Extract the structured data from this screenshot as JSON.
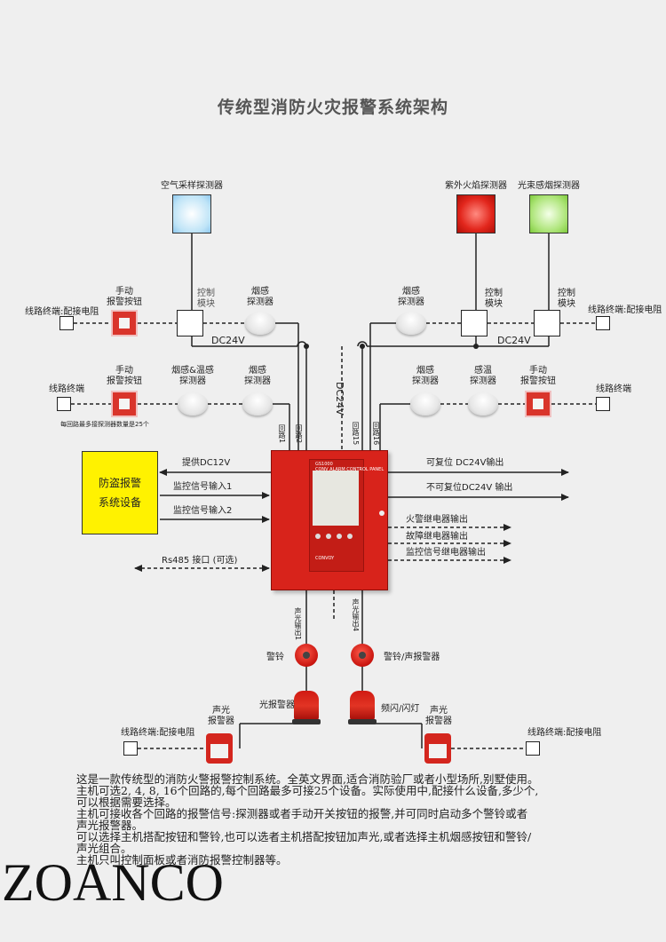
{
  "title": "传统型消防火灾报警系统架构",
  "colors": {
    "air_sampling": "#bfe4f7",
    "uv_flame": "#e2261c",
    "beam": "#aee57a",
    "panel": "#d8231b",
    "burglar": "#fff200"
  },
  "detectors_top": {
    "air_sampling": "空气采样探测器",
    "uv_flame": "紫外火焰探测器",
    "beam_smoke": "光束感烟探测器"
  },
  "loop_top_left": {
    "terminal": "线路终端:配接电阻",
    "manual_call": "手动\n报警按钮",
    "control_module": "控制\n模块",
    "smoke": "烟感\n探测器",
    "dc": "DC24V"
  },
  "loop_top_right": {
    "smoke": "烟感\n探测器",
    "control_module_1": "控制\n模块",
    "control_module_2": "控制\n模块",
    "terminal": "线路终端:配接电阻",
    "dc": "DC24V"
  },
  "loop_second_left": {
    "terminal": "线路终端",
    "manual_call": "手动\n报警按钮",
    "smoke_heat": "烟感&温感\n探测器",
    "smoke": "烟感\n探测器",
    "note": "每回路最多接探测器数量是25个"
  },
  "loop_second_right": {
    "smoke": "烟感\n探测器",
    "heat": "感温\n探测器",
    "manual_call": "手动\n报警按钮",
    "terminal": "线路终端"
  },
  "loops": {
    "loop1": "回路1",
    "loop2": "回路2",
    "loop15": "回路15",
    "loop16": "回路16",
    "dc24v": "DC24V"
  },
  "burglar": {
    "line1": "防盗报警",
    "line2": "系统设备",
    "supply": "提供DC12V",
    "input1": "监控信号输入1",
    "input2": "监控信号输入2",
    "rs485": "Rs485 接口 (可选)"
  },
  "panel": {
    "model": "GS1000",
    "subtitle": "CONV ALARM CONTROL PANEL",
    "brand": "CONVOY"
  },
  "outputs": {
    "resettable": "可复位 DC24V输出",
    "non_resettable": "不可复位DC24V 输出",
    "fire_relay": "火警继电器输出",
    "fault_relay": "故障继电器输出",
    "monitor_relay": "监控信号继电器输出"
  },
  "sound_outputs": {
    "out1": "声光输出1",
    "out4": "声光输出4",
    "bell": "警铃",
    "bell_sounder": "警铃/声报警器",
    "strobe": "光报警器",
    "flash": "频闪/闪灯",
    "sounder_strobe": "声光\n报警器",
    "terminal_left": "线路终端:配接电阻",
    "terminal_right": "线路终端:配接电阻"
  },
  "description": [
    "这是一款传统型的消防火警报警控制系统。全英文界面,适合消防验厂或者小型场所,别墅使用。",
    "主机可选2, 4, 8, 16个回路的,每个回路最多可接25个设备。实际使用中,配接什么设备,多少个,",
    "可以根据需要选择。",
    "主机可接收各个回路的报警信号:探测器或者手动开关按钮的报警,并可同时启动多个警铃或者",
    "声光报警器。",
    "可以选择主机搭配按钮和警铃,也可以选者主机搭配按钮加声光,或者选择主机烟感按钮和警铃/",
    "声光组合。",
    "主机只叫控制面板或者消防报警控制器等。"
  ],
  "brand_mark": "ZOANCO"
}
